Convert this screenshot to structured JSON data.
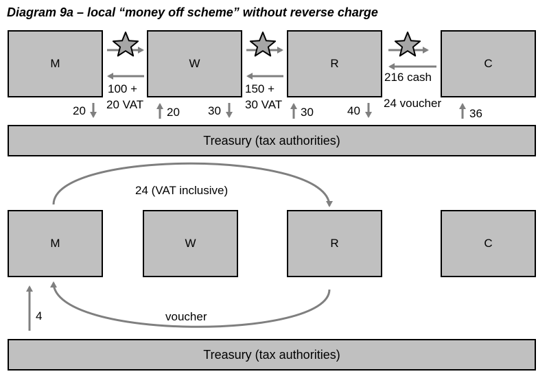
{
  "title": "Diagram 9a – local “money off scheme” without reverse charge",
  "nodes": {
    "top": [
      "M",
      "W",
      "R",
      "C"
    ],
    "bottom": [
      "M",
      "W",
      "R",
      "C"
    ]
  },
  "treasury_label": "Treasury (tax authorities)",
  "top_flows": {
    "mw_payment": [
      "100 +",
      "20 VAT"
    ],
    "wr_payment": [
      "150 +",
      "30 VAT"
    ],
    "rc_cash": "216 cash",
    "rc_voucher": "24 voucher",
    "m_tax_paid": "20",
    "w_tax_refund": "20",
    "w_tax_paid": "30",
    "r_tax_refund": "30",
    "r_tax_paid": "40",
    "c_tax_refund": "36"
  },
  "bottom_flows": {
    "m_to_r": "24 (VAT inclusive)",
    "r_to_m": "voucher",
    "treasury_to_m": "4"
  },
  "colors": {
    "box_fill": "#c0c0c0",
    "arrow": "#7f7f7f",
    "star_fill": "#a6a6a6"
  },
  "icons": [
    "star-icon"
  ]
}
